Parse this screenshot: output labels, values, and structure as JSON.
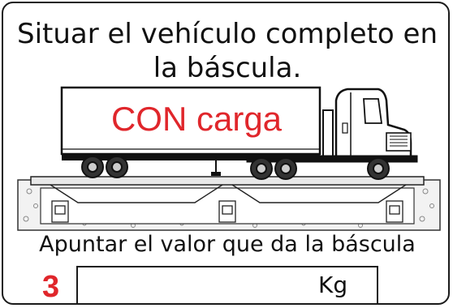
{
  "instruction": {
    "line1": "Situar el vehículo completo en",
    "line2": "la báscula."
  },
  "trailer_label": "CON carga",
  "record_instruction": "Apuntar el valor que da la báscula",
  "step_number": "3",
  "weight_field": {
    "value": "",
    "unit": "Kg"
  },
  "colors": {
    "accent": "#e0262b",
    "ink": "#1a1a1a"
  }
}
